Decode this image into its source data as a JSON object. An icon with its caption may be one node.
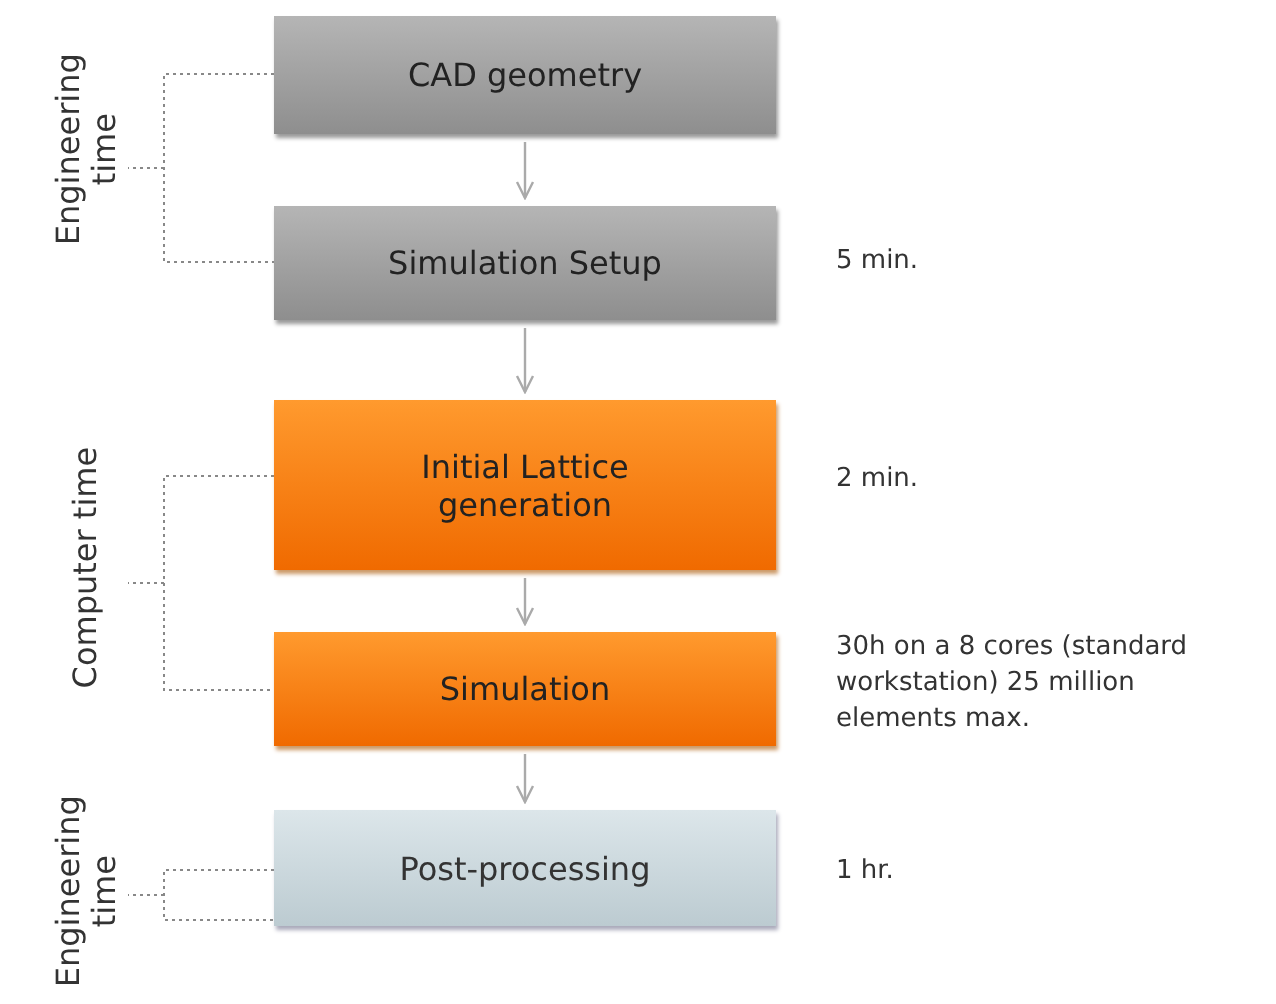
{
  "diagram": {
    "nodes": [
      {
        "text": [
          "CAD geometry"
        ]
      },
      {
        "text": [
          "Simulation Setup"
        ],
        "beside": [
          "5 min."
        ]
      },
      {
        "text": [
          "Initial Lattice generation"
        ],
        "beside": [
          "2 min."
        ]
      },
      {
        "text": [
          "Simulation"
        ],
        "beside": [
          "30h on a 8 cores (standard workstation) 25 million elements max."
        ]
      },
      {
        "text": [
          "Post-processing"
        ],
        "beside": [
          "1 hr."
        ]
      }
    ],
    "edges": [
      {
        "from": 0,
        "to": 1,
        "arrow": "to"
      },
      {
        "from": 1,
        "to": 2,
        "arrow": "to"
      },
      {
        "from": 2,
        "to": 3,
        "arrow": "to"
      },
      {
        "from": 3,
        "to": 4,
        "arrow": "to"
      }
    ],
    "labels": [
      "Engineering time",
      "Computer time",
      "Engineering time"
    ]
  }
}
